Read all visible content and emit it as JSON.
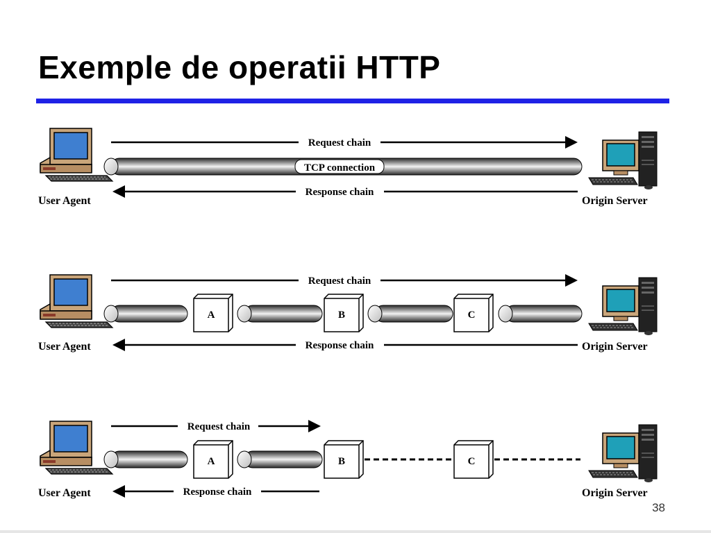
{
  "slide": {
    "title": "Exemple de operatii HTTP",
    "page_number": "38"
  },
  "labels": {
    "user_agent": "User Agent",
    "origin_server": "Origin Server",
    "request_chain": "Request chain",
    "response_chain": "Response chain",
    "tcp_connection": "TCP connection"
  },
  "intermediaries": [
    "A",
    "B",
    "C"
  ],
  "colors": {
    "title_rule": "#1e22e6",
    "monitor_screen": "#3f7fd0"
  }
}
